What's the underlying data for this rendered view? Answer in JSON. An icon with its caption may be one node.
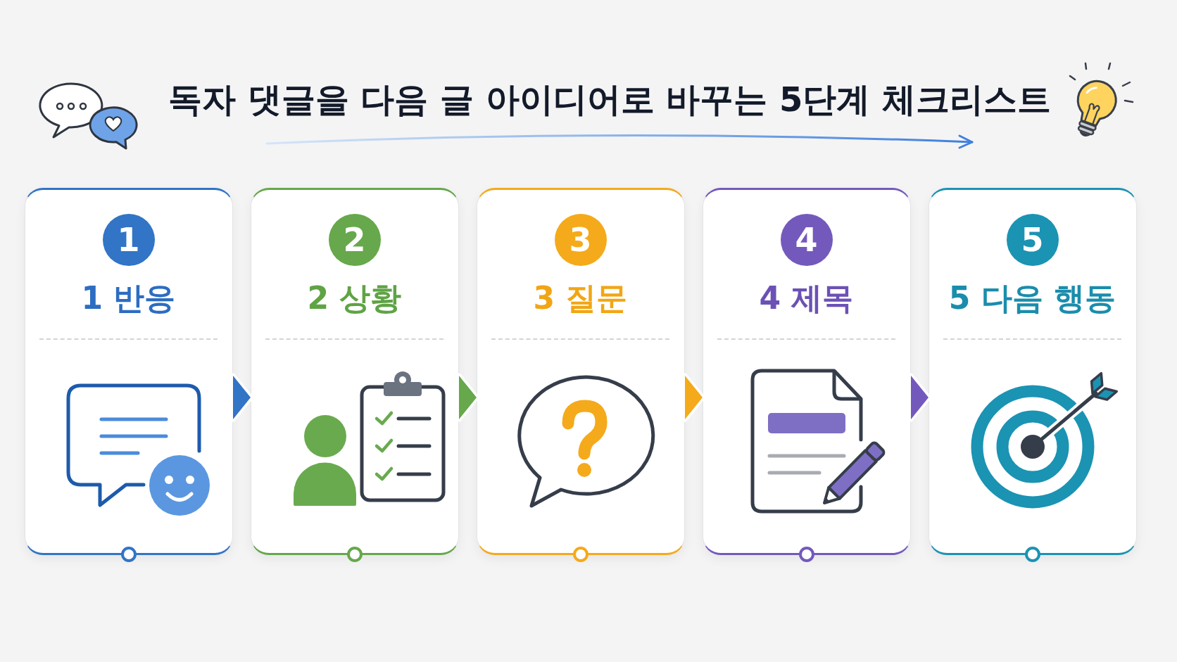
{
  "diagram": {
    "title": "독자 댓글을 다음 글 아이디어로 바꾸는 5단계 체크리스트",
    "nodes": [
      {
        "text": [
          "1 반응"
        ]
      },
      {
        "text": [
          "1"
        ],
        "in": 0
      },
      {
        "text": [
          "2 상황"
        ]
      },
      {
        "text": [
          "2"
        ],
        "in": 2
      },
      {
        "text": [
          "3 질문"
        ]
      },
      {
        "text": [
          "3"
        ],
        "in": 4
      },
      {
        "text": [
          "4 제목"
        ]
      },
      {
        "text": [
          "4"
        ],
        "in": 6
      },
      {
        "text": [
          "5 다음 행동"
        ]
      },
      {
        "text": [
          "5"
        ],
        "in": 8
      }
    ],
    "edges": [
      {
        "from": 0,
        "to": 2,
        "arrow": "to",
        "color": "#3274c6"
      },
      {
        "from": 2,
        "to": 4,
        "arrow": "to",
        "color": "#66a84b"
      },
      {
        "from": 4,
        "to": 6,
        "arrow": "to",
        "color": "#f4aa1a"
      },
      {
        "from": 6,
        "to": 8,
        "arrow": "to",
        "color": "#7459bd"
      }
    ]
  }
}
